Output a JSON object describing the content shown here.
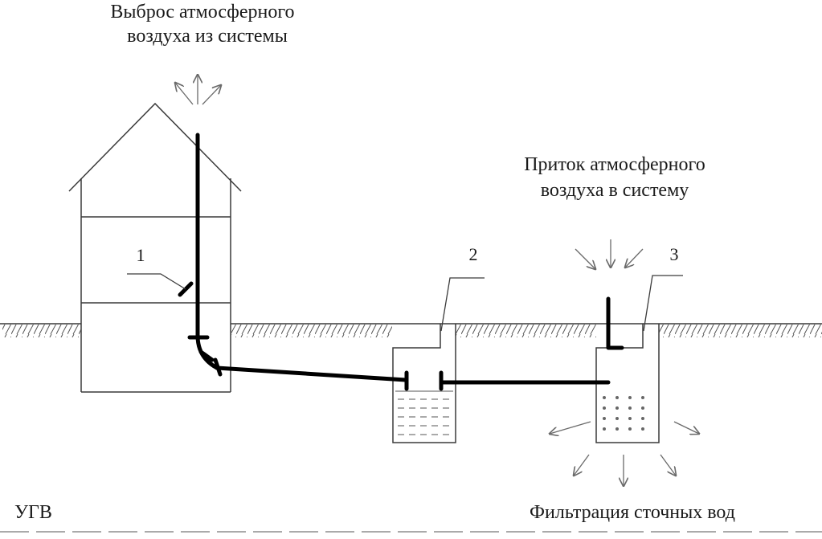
{
  "labels": {
    "exhaust_line1": "Выброс атмосферного",
    "exhaust_line2": "воздуха из системы",
    "intake_line1": "Приток атмосферного",
    "intake_line2": "воздуха в систему",
    "callout_1": "1",
    "callout_2": "2",
    "callout_3": "3",
    "groundwater": "УГВ",
    "filtration": "Фильтрация сточных вод"
  },
  "colors": {
    "line": "#3a3a3a",
    "pipe": "#000000",
    "text": "#1a1a1a",
    "arrow": "#6a6a6a"
  }
}
